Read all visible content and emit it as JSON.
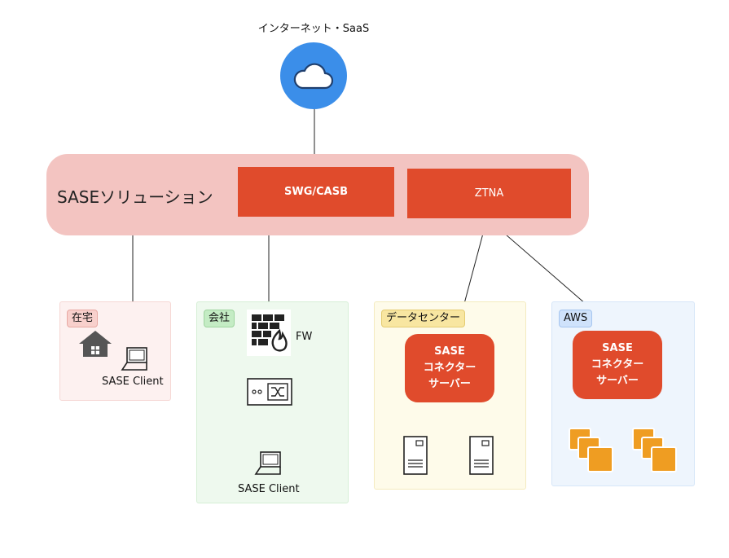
{
  "internet": {
    "label": "インターネット・SaaS",
    "icon": "cloud-icon"
  },
  "sase": {
    "title": "SASEソリューション",
    "swg_label": "SWG/CASB",
    "ztna_label": "ZTNA"
  },
  "groups": {
    "home": {
      "tag": "在宅",
      "client_label": "SASE Client"
    },
    "office": {
      "tag": "会社",
      "fw_label": "FW",
      "client_label": "SASE Client"
    },
    "datacenter": {
      "tag": "データセンター",
      "connector_lines": [
        "SASE",
        "コネクター",
        "サーバー"
      ]
    },
    "aws": {
      "tag": "AWS",
      "connector_lines": [
        "SASE",
        "コネクター",
        "サーバー"
      ]
    }
  },
  "colors": {
    "accent_red": "#e04b2c",
    "sase_bg": "#f3c4c1",
    "cloud_blue": "#3b8ee9",
    "aws_orange": "#ef9d22"
  }
}
